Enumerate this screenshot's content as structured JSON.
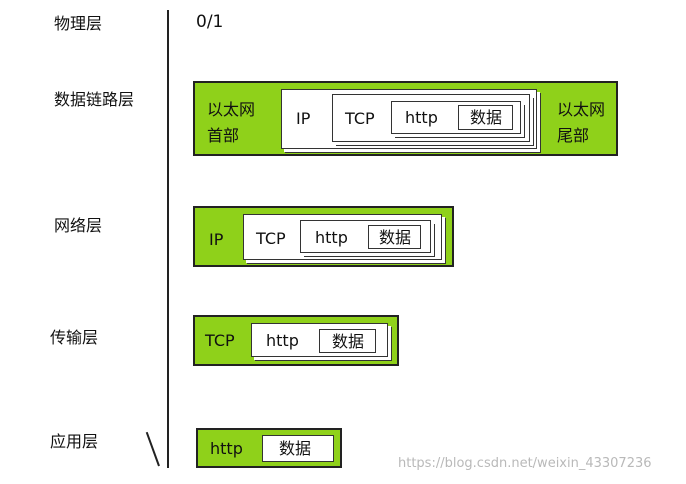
{
  "layers": {
    "physical": {
      "label": "物理层",
      "value": "0/1"
    },
    "datalink": {
      "label": "数据链路层",
      "eth_header": [
        "以太网",
        "首部"
      ],
      "ip": "IP",
      "tcp": "TCP",
      "http": "http",
      "data": "数据",
      "eth_trailer": [
        "以太网",
        "尾部"
      ]
    },
    "network": {
      "label": "网络层",
      "ip": "IP",
      "tcp": "TCP",
      "http": "http",
      "data": "数据"
    },
    "transport": {
      "label": "传输层",
      "tcp": "TCP",
      "http": "http",
      "data": "数据"
    },
    "application": {
      "label": "应用层",
      "http": "http",
      "data": "数据"
    }
  },
  "colors": {
    "frame": "#8fd11a",
    "box": "#ffffff",
    "border": "#222222"
  },
  "watermark": "https://blog.csdn.net/weixin_43307236"
}
